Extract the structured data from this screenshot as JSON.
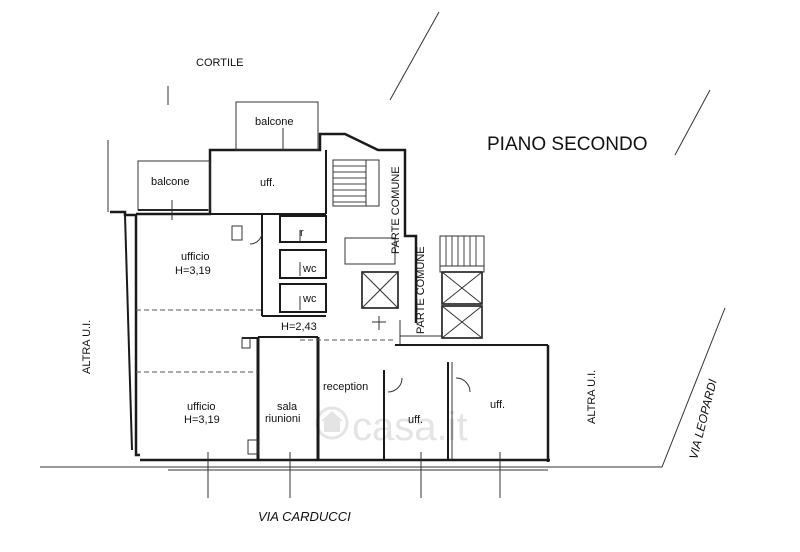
{
  "plan": {
    "title": "PIANO SECONDO",
    "courtyard": "CORTILE",
    "streets": {
      "south": "VIA CARDUCCI",
      "east": "VIA LEOPARDI"
    },
    "neighbors": {
      "left": "ALTRA U.I.",
      "right": "ALTRA U.I."
    },
    "common_areas": [
      "PARTE COMUNE",
      "PARTE COMUNE"
    ],
    "ceiling_height": "H=2,43",
    "rooms": {
      "balcony_top": "balcone",
      "balcony_left": "balcone",
      "office_top": "uff.",
      "office_left_upper_name": "ufficio",
      "office_left_upper_height": "H=3,19",
      "office_left_lower_name": "ufficio",
      "office_left_lower_height": "H=3,19",
      "storage": "r",
      "wc_1": "wc",
      "wc_2": "wc",
      "meeting_room_line1": "sala",
      "meeting_room_line2": "riunioni",
      "reception": "reception",
      "office_center": "uff.",
      "office_right": "uff."
    },
    "watermark": "casa.it"
  }
}
